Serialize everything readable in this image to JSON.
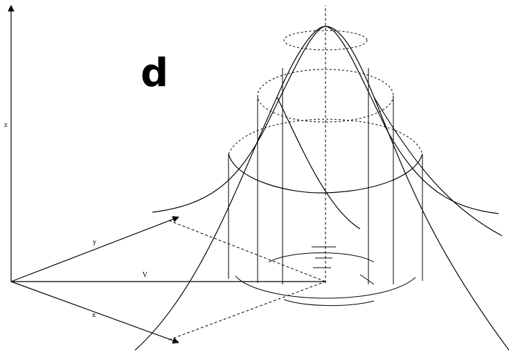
{
  "panel_label": "d",
  "labels": {
    "z_axis": "z",
    "y_vector": "y",
    "v_vector": "V",
    "x_vector": "x"
  }
}
